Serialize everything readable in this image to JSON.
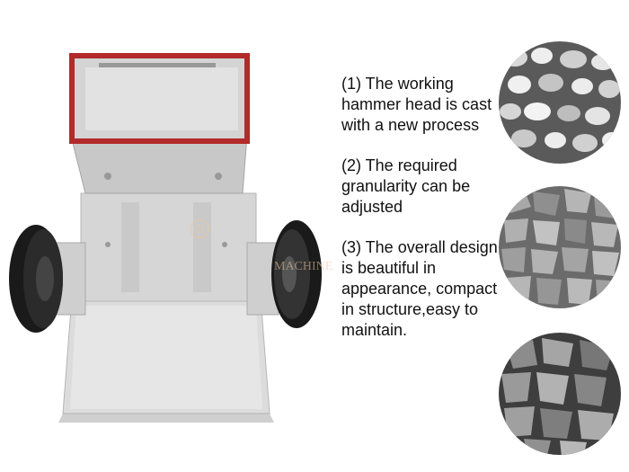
{
  "features": [
    {
      "text": "(1) The working hammer head is cast with a new process"
    },
    {
      "text": "(2) The required granularity can be adjusted"
    },
    {
      "text": "(3) The overall design is beautiful in appearance, compact in structure,easy to maintain."
    }
  ],
  "images": {
    "machine": {
      "description_icon": "hammer-crusher-machine-icon"
    },
    "stones": [
      {
        "icon": "pebble-stones-icon"
      },
      {
        "icon": "crushed-gravel-icon"
      },
      {
        "icon": "granite-chips-icon"
      }
    ]
  },
  "watermark": {
    "text": "MACHINERY"
  },
  "colors": {
    "frame_red": "#b22a2a",
    "machine_gray": "#d9d9d9",
    "wheel_black": "#1a1a1a"
  }
}
